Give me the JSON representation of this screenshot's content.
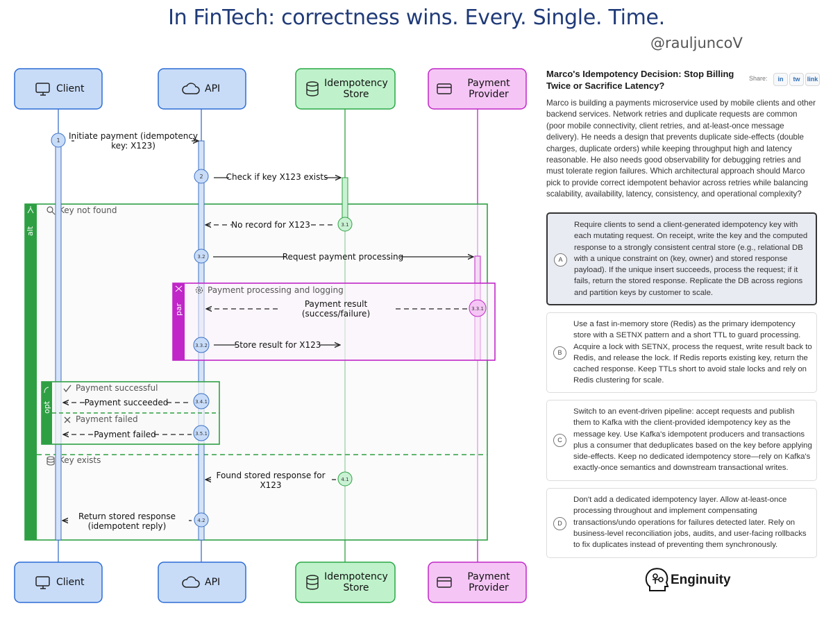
{
  "headline": "In FinTech: correctness wins. Every. Single. Time.",
  "handle": "@rauljuncoV",
  "participants": [
    {
      "name": "Client",
      "icon": "monitor-icon",
      "color": "#c8dcf8",
      "stroke": "#2b6cd6"
    },
    {
      "name": "API",
      "icon": "cloud-icon",
      "color": "#c8dcf8",
      "stroke": "#2b6cd6"
    },
    {
      "name1": "Idempotency",
      "name2": "Store",
      "icon": "database-icon",
      "color": "#bff2cb",
      "stroke": "#28a745"
    },
    {
      "name1": "Payment",
      "name2": "Provider",
      "icon": "credit-card-icon",
      "color": "#f5c6f5",
      "stroke": "#c026c8"
    }
  ],
  "messages": {
    "m1_num": "1",
    "m1_line1": "Initiate payment (idempotency",
    "m1_line2": "key: X123)",
    "m2_num": "2",
    "m2": "Check if key X123 exists",
    "m31_num": "3.1",
    "m31": "No record for X123",
    "m32_num": "3.2",
    "m32": "Request payment processing",
    "m331_num": "3.3.1",
    "m331_line1": "Payment result",
    "m331_line2": "(success/failure)",
    "m332_num": "3.3.2",
    "m332": "Store result for X123",
    "m341_num": "3.4.1",
    "m341": "Payment succeeded",
    "m351_num": "3.5.1",
    "m351": "Payment failed",
    "m41_num": "4.1",
    "m41_line1": "Found stored response for",
    "m41_line2": "X123",
    "m42_num": "4.2",
    "m42_line1": "Return stored response",
    "m42_line2": "(idempotent reply)"
  },
  "fragments": {
    "alt_label": "alt",
    "alt_guard1": "Key not found",
    "alt_guard2": "Key exists",
    "par_label": "par",
    "par_guard": "Payment processing and logging",
    "opt_label": "opt",
    "opt_guard1": "Payment successful",
    "opt_guard2": "Payment failed",
    "alt_color": "#2ea043",
    "par_color": "#c026c8"
  },
  "question": {
    "title": "Marco's Idempotency Decision: Stop Billing Twice or Sacrifice Latency?",
    "share_label": "Share:",
    "share_buttons": [
      "in",
      "tw",
      "link"
    ],
    "body": "Marco is building a payments microservice used by mobile clients and other backend services. Network retries and duplicate requests are common (poor mobile connectivity, client retries, and at-least-once message delivery). He needs a design that prevents duplicate side-effects (double charges, duplicate orders) while keeping throughput high and latency reasonable. He also needs good observability for debugging retries and must tolerate region failures. Which architectural approach should Marco pick to provide correct idempotent behavior across retries while balancing scalability, availability, latency, consistency, and operational complexity?",
    "options": [
      {
        "letter": "A",
        "selected": true,
        "text": "Require clients to send a client-generated idempotency key with each mutating request. On receipt, write the key and the computed response to a strongly consistent central store (e.g., relational DB with a unique constraint on (key, owner) and stored response payload). If the unique insert succeeds, process the request; if it fails, return the stored response. Replicate the DB across regions and partition keys by customer to scale."
      },
      {
        "letter": "B",
        "selected": false,
        "text": "Use a fast in-memory store (Redis) as the primary idempotency store with a SETNX pattern and a short TTL to guard processing. Acquire a lock with SETNX, process the request, write result back to Redis, and release the lock. If Redis reports existing key, return the cached response. Keep TTLs short to avoid stale locks and rely on Redis clustering for scale."
      },
      {
        "letter": "C",
        "selected": false,
        "text": "Switch to an event-driven pipeline: accept requests and publish them to Kafka with the client-provided idempotency key as the message key. Use Kafka's idempotent producers and transactions plus a consumer that deduplicates based on the key before applying side-effects. Keep no dedicated idempotency store—rely on Kafka's exactly-once semantics and downstream transactional writes."
      },
      {
        "letter": "D",
        "selected": false,
        "text": "Don't add a dedicated idempotency layer. Allow at-least-once processing throughout and implement compensating transactions/undo operations for failures detected later. Rely on business-level reconciliation jobs, audits, and user-facing rollbacks to fix duplicates instead of preventing them synchronously."
      }
    ]
  },
  "brand": "Enginuity"
}
